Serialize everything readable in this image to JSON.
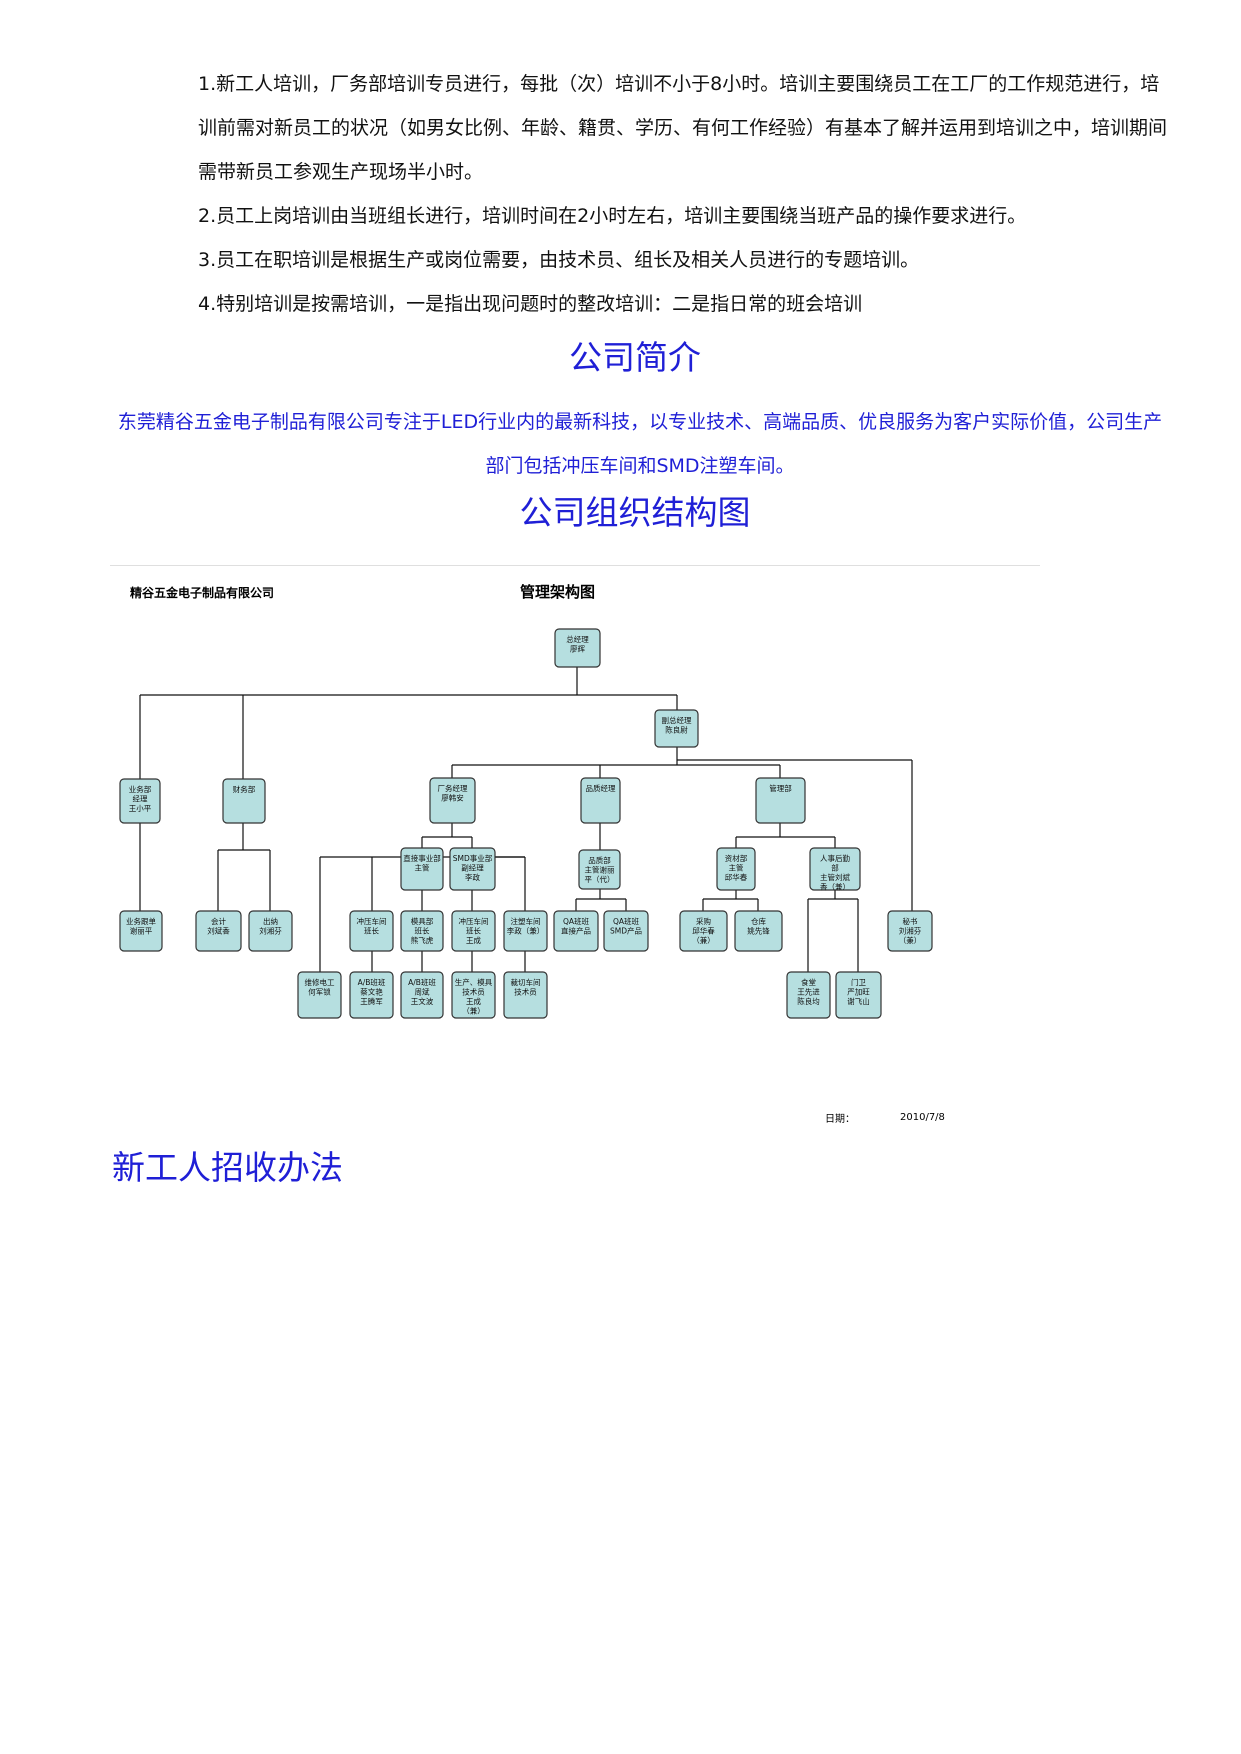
{
  "training_items": [
    "1.新工人培训，厂务部培训专员进行，每批（次）培训不小于8小时。培训主要围绕员工在工厂的工作规范进行，培训前需对新员工的状况（如男女比例、年龄、籍贯、学历、有何工作经验）有基本了解并运用到培训之中，培训期间需带新员工参观生产现场半小时。",
    "2.员工上岗培训由当班组长进行，培训时间在2小时左右，培训主要围绕当班产品的操作要求进行。",
    "3.员工在职培训是根据生产或岗位需要，由技术员、组长及相关人员进行的专题培训。",
    "4.特别培训是按需培训，一是指出现问题时的整改培训：二是指日常的班会培训"
  ],
  "company_intro": {
    "heading": "公司简介",
    "text": "东莞精谷五金电子制品有限公司专注于LED行业内的最新科技，以专业技术、高端品质、优良服务为客户实际价值，公司生产部门包括冲压车间和SMD注塑车间。"
  },
  "org_heading": "公司组织结构图",
  "org_chart": {
    "company": "精谷五金电子制品有限公司",
    "title": "管理架构图",
    "date_label": "日期：",
    "date": "2010/7/8",
    "nodes": [
      {
        "id": "gm",
        "lines": [
          "总经理",
          "廖辉"
        ]
      },
      {
        "id": "vgm",
        "lines": [
          "副总经理",
          "陈良尉"
        ]
      },
      {
        "id": "sales",
        "lines": [
          "业务部",
          "经理",
          "王小平"
        ]
      },
      {
        "id": "finance",
        "lines": [
          "财务部"
        ]
      },
      {
        "id": "factory",
        "lines": [
          "厂务经理",
          "廖韩安"
        ]
      },
      {
        "id": "quality",
        "lines": [
          "品质经理"
        ]
      },
      {
        "id": "admin",
        "lines": [
          "管理部"
        ]
      },
      {
        "id": "sales_asst",
        "lines": [
          "业务跟单",
          "谢丽平"
        ]
      },
      {
        "id": "accountant",
        "lines": [
          "会计",
          "刘斌香"
        ]
      },
      {
        "id": "cashier",
        "lines": [
          "出纳",
          "刘湘芬"
        ]
      },
      {
        "id": "stamping_mgr",
        "lines": [
          "直接事业部",
          "主管"
        ]
      },
      {
        "id": "smd_mgr",
        "lines": [
          "SMD事业部",
          "副经理",
          "李政"
        ]
      },
      {
        "id": "qc_dept",
        "lines": [
          "品质部",
          "主管谢丽",
          "平（代）"
        ]
      },
      {
        "id": "purchasing",
        "lines": [
          "资材部",
          "主管",
          "邱华春"
        ]
      },
      {
        "id": "hr",
        "lines": [
          "人事后勤",
          "部",
          "主管刘斌",
          "香（兼）"
        ]
      },
      {
        "id": "stamping_lead",
        "lines": [
          "冲压车间",
          "班长"
        ]
      },
      {
        "id": "mold_lead",
        "lines": [
          "模具部",
          "班长",
          "熊飞虎"
        ]
      },
      {
        "id": "press_lead",
        "lines": [
          "冲压车间",
          "班长",
          "王成"
        ]
      },
      {
        "id": "molding_lead",
        "lines": [
          "注塑车间",
          "李政（兼）"
        ]
      },
      {
        "id": "qa_stamping",
        "lines": [
          "QA班班",
          "直接产品"
        ]
      },
      {
        "id": "qa_smd",
        "lines": [
          "QA班班",
          "SMD产品"
        ]
      },
      {
        "id": "buyer",
        "lines": [
          "采购",
          "邱华春",
          "（兼）"
        ]
      },
      {
        "id": "warehouse",
        "lines": [
          "仓库",
          "姚先锋"
        ]
      },
      {
        "id": "secretary",
        "lines": [
          "秘书",
          "刘湘芬",
          "（兼）"
        ]
      },
      {
        "id": "maint",
        "lines": [
          "维修电工",
          "何军锁"
        ]
      },
      {
        "id": "ab_shift1",
        "lines": [
          "A/B班班",
          "蔡文艳",
          "王腾军"
        ]
      },
      {
        "id": "ab_shift2",
        "lines": [
          "A/B班班",
          "周斌",
          "王文波"
        ]
      },
      {
        "id": "prod_tech",
        "lines": [
          "生产、模具",
          "技术员",
          "王成",
          "（兼）"
        ]
      },
      {
        "id": "mold_tech",
        "lines": [
          "裁切车间",
          "技术员"
        ]
      },
      {
        "id": "canteen",
        "lines": [
          "食堂",
          "王先进",
          "陈良均"
        ]
      },
      {
        "id": "guard",
        "lines": [
          "门卫",
          "严加旺",
          "谢飞山"
        ]
      }
    ]
  }
}
